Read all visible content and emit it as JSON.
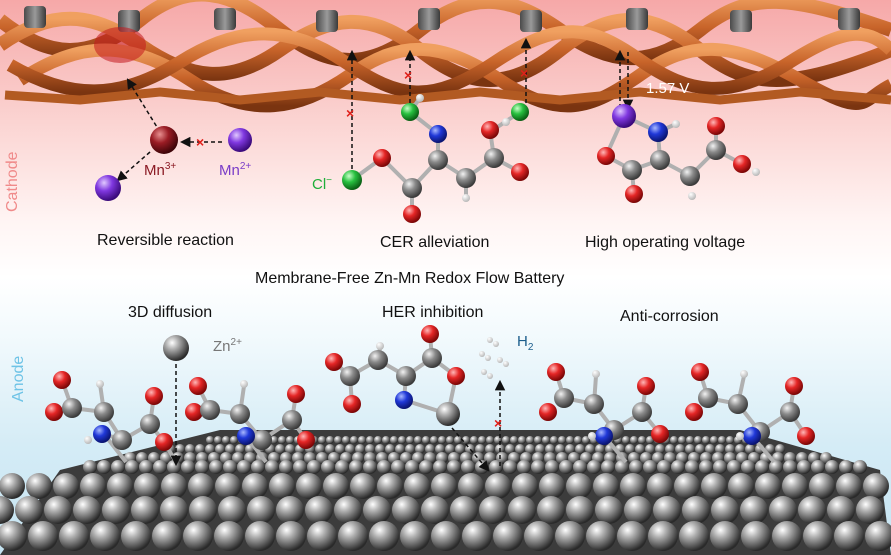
{
  "side_labels": {
    "cathode": "Cathode",
    "anode": "Anode"
  },
  "title": "Membrane-Free Zn-Mn Redox Flow Battery",
  "cathode": {
    "features": [
      "Reversible reaction",
      "CER alleviation",
      "High operating voltage"
    ],
    "mn3": {
      "base": "Mn",
      "charge": "3+"
    },
    "mn2": {
      "base": "Mn",
      "charge": "2+"
    },
    "chloride": {
      "base": "Cl",
      "charge": "−"
    },
    "voltage": "1.57 V"
  },
  "anode": {
    "features": [
      "3D diffusion",
      "HER inhibition",
      "Anti-corrosion"
    ],
    "zn": {
      "base": "Zn",
      "charge": "2+"
    },
    "h2": {
      "base": "H",
      "sub": "2"
    }
  },
  "colors": {
    "cathode_label": "#f08a8a",
    "anode_label": "#6ec3e6",
    "mn3": "#8b1a24",
    "mn2": "#7a3cc8",
    "chloride": "#1fae3a",
    "h2": "#1c5e8c",
    "zn": "#777777",
    "voltage": "#ffffff",
    "inhibit_mark": "#e0201a"
  }
}
